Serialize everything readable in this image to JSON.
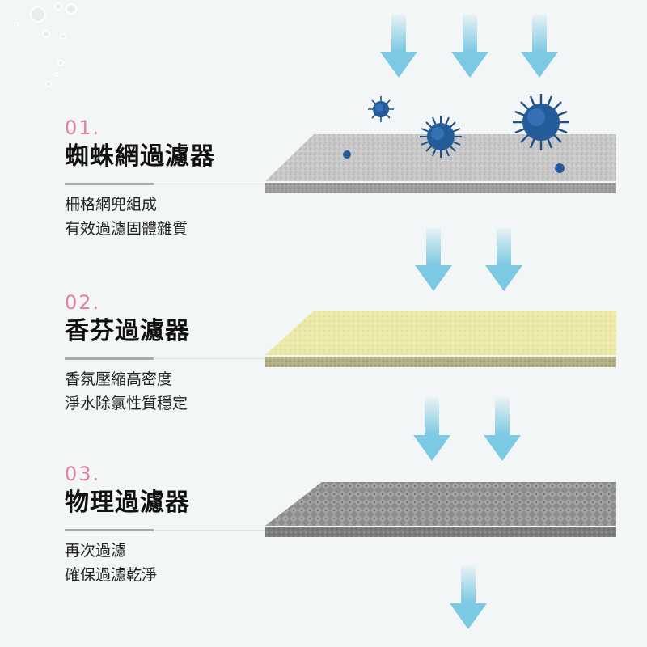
{
  "steps": [
    {
      "num": "01.",
      "title": "蜘蛛網過濾器",
      "line1": "柵格網兜組成",
      "line2": "有效過濾固體雜質"
    },
    {
      "num": "02.",
      "title": "香芬過濾器",
      "line1": "香氛壓縮高密度",
      "line2": "淨水除氯性質穩定"
    },
    {
      "num": "03.",
      "title": "物理過濾器",
      "line1": "再次過濾",
      "line2": "確保過濾乾淨"
    }
  ],
  "colors": {
    "accent_number": "#e5809c",
    "arrow": "#7cc9e3",
    "virus": "#1f4f86",
    "layer1": "#c7c7c7",
    "layer2": "#ece9a8",
    "layer3": "#8f8f8f"
  },
  "icons": {
    "bubbles": "water-bubbles-icon",
    "virus": "virus-icon",
    "arrow": "arrow-down-icon"
  }
}
